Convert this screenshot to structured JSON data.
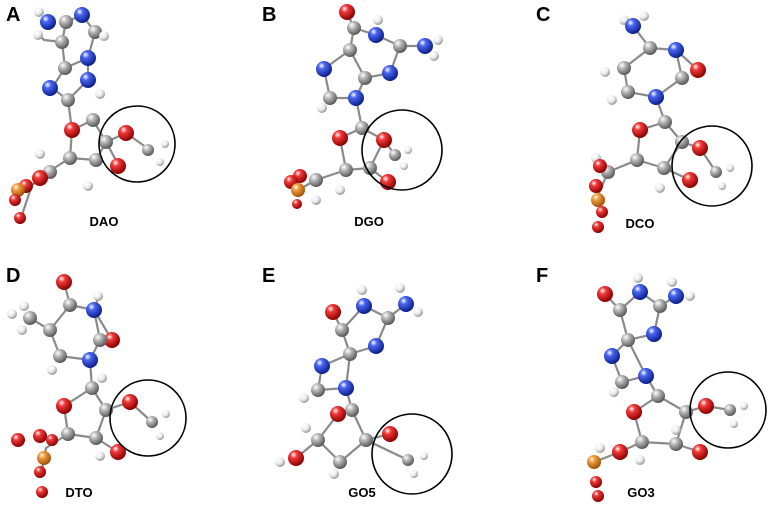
{
  "panels": [
    {
      "letter": "A",
      "label": "DAO"
    },
    {
      "letter": "B",
      "label": "DGO"
    },
    {
      "letter": "C",
      "label": "DCO"
    },
    {
      "letter": "D",
      "label": "DTO"
    },
    {
      "letter": "E",
      "label": "GO5"
    },
    {
      "letter": "F",
      "label": "GO3"
    }
  ],
  "atom_colors": {
    "C": "#8c8c8c",
    "N": "#1f3fd6",
    "O": "#e01010",
    "P": "#e8841c",
    "H": "#e8e8e8"
  }
}
